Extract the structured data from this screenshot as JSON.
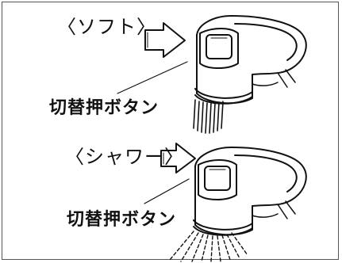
{
  "panels": {
    "top": {
      "mode_label": "〈ソフト〉",
      "button_label": "切替押ボタン"
    },
    "bottom": {
      "mode_label": "〈シャワー〉",
      "button_label": "切替押ボタン"
    }
  }
}
